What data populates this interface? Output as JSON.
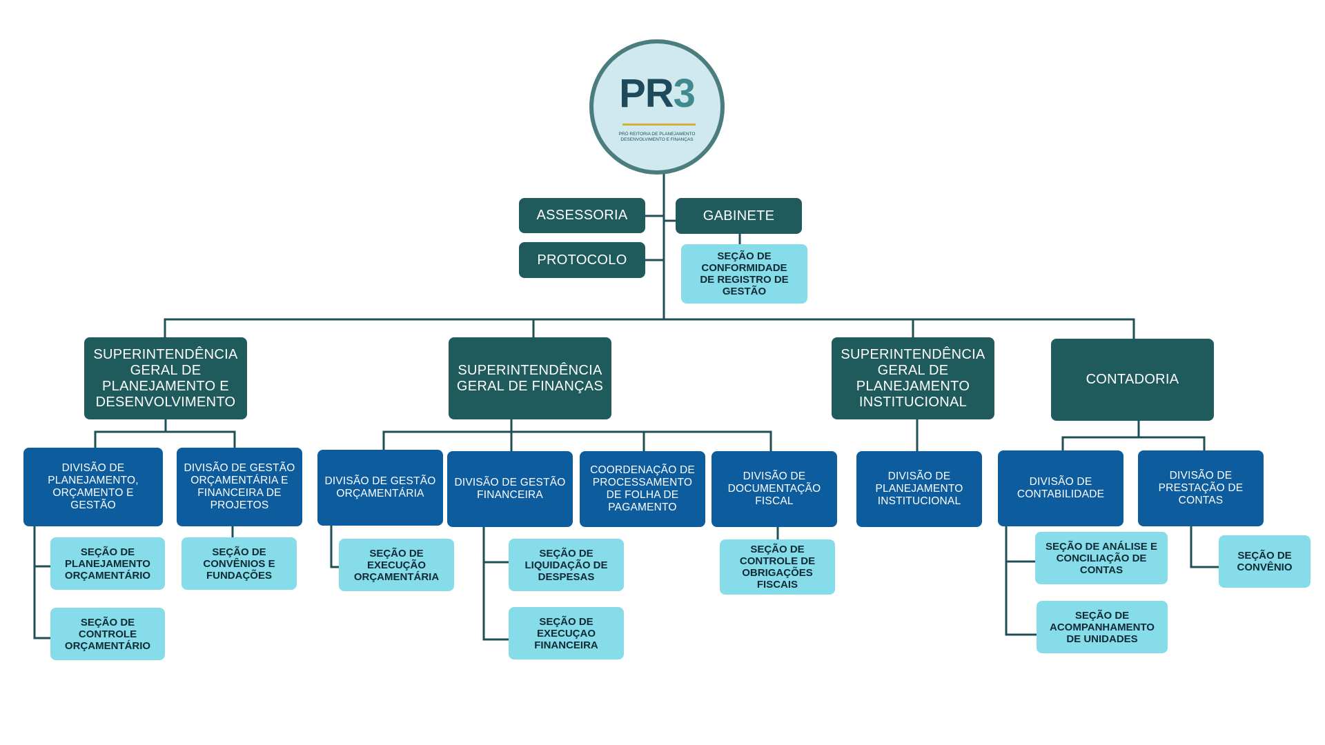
{
  "logo": {
    "name": "PR3",
    "mark_letters": "PR",
    "mark_number": "3",
    "subtitle": "PRÓ REITORIA DE PLANEJAMENTO\nDESENVOLVIMENTO E FINANÇAS"
  },
  "staff": {
    "assessoria": "ASSESSORIA",
    "protocolo": "PROTOCOLO",
    "gabinete": "GABINETE",
    "gabinete_secao": "SEÇÃO DE\nCONFORMIDADE\nDE REGISTRO DE\nGESTÃO"
  },
  "superintendencias": {
    "planejamento_desenvolvimento": {
      "title": "SUPERINTENDÊNCIA\nGERAL DE\nPLANEJAMENTO E\nDESENVOLVIMENTO",
      "div_planejamento": "DIVISÃO DE\nPLANEJAMENTO,\nORÇAMENTO E\nGESTÃO",
      "div_gestao_projetos": "DIVISÃO DE GESTÃO\nORÇAMENTÁRIA E\nFINANCEIRA DE\nPROJETOS",
      "sec_planejamento_orcamentario": "SEÇÃO DE\nPLANEJAMENTO\nORÇAMENTÁRIO",
      "sec_controle_orcamentario": "SEÇÃO DE\nCONTROLE\nORÇAMENTÁRIO",
      "sec_convenios_fundacoes": "SEÇÃO DE\nCONVÊNIOS E\nFUNDAÇÕES"
    },
    "financas": {
      "title": "SUPERINTENDÊNCIA\nGERAL DE FINANÇAS",
      "div_gestao_orcamentaria": "DIVISÃO DE GESTÃO\nORÇAMENTÁRIA",
      "div_gestao_financeira": "DIVISÃO DE GESTÃO\nFINANCEIRA",
      "coord_folha": "COORDENAÇÃO DE\nPROCESSAMENTO\nDE FOLHA DE\nPAGAMENTO",
      "div_documentacao_fiscal": "DIVISÃO DE\nDOCUMENTAÇÃO\nFISCAL",
      "sec_execucao_orcamentaria": "SEÇÃO DE\nEXECUÇÃO\nORÇAMENTÁRIA",
      "sec_liquidacao_despesas": "SEÇÃO DE\nLIQUIDAÇÃO DE\nDESPESAS",
      "sec_execucao_financeira": "SEÇÃO DE\nEXECUÇAO\nFINANCEIRA",
      "sec_obrigacoes_fiscais": "SEÇÃO DE\nCONTROLE DE\nOBRIGAÇÕES\nFISCAIS"
    },
    "planejamento_institucional": {
      "title": "SUPERINTENDÊNCIA\nGERAL DE\nPLANEJAMENTO\nINSTITUCIONAL",
      "div_planejamento_institucional": "DIVISÃO DE\nPLANEJAMENTO\nINSTITUCIONAL"
    },
    "contadoria": {
      "title": "CONTADORIA",
      "div_contabilidade": "DIVISÃO DE\nCONTABILIDADE",
      "div_prestacao_contas": "DIVISÃO DE\nPRESTAÇÃO DE\nCONTAS",
      "sec_analise_conciliacao": "SEÇÃO DE ANÁLISE E\nCONCILIAÇÃO DE\nCONTAS",
      "sec_acompanhamento_unidades": "SEÇÃO DE\nACOMPANHAMENTO\nDE UNIDADES",
      "sec_convenio": "SEÇÃO DE\nCONVÊNIO"
    }
  },
  "colors": {
    "teal": "#1f5a5c",
    "blue": "#0c5c9e",
    "light": "#86dce8",
    "line": "#1f4f55"
  }
}
